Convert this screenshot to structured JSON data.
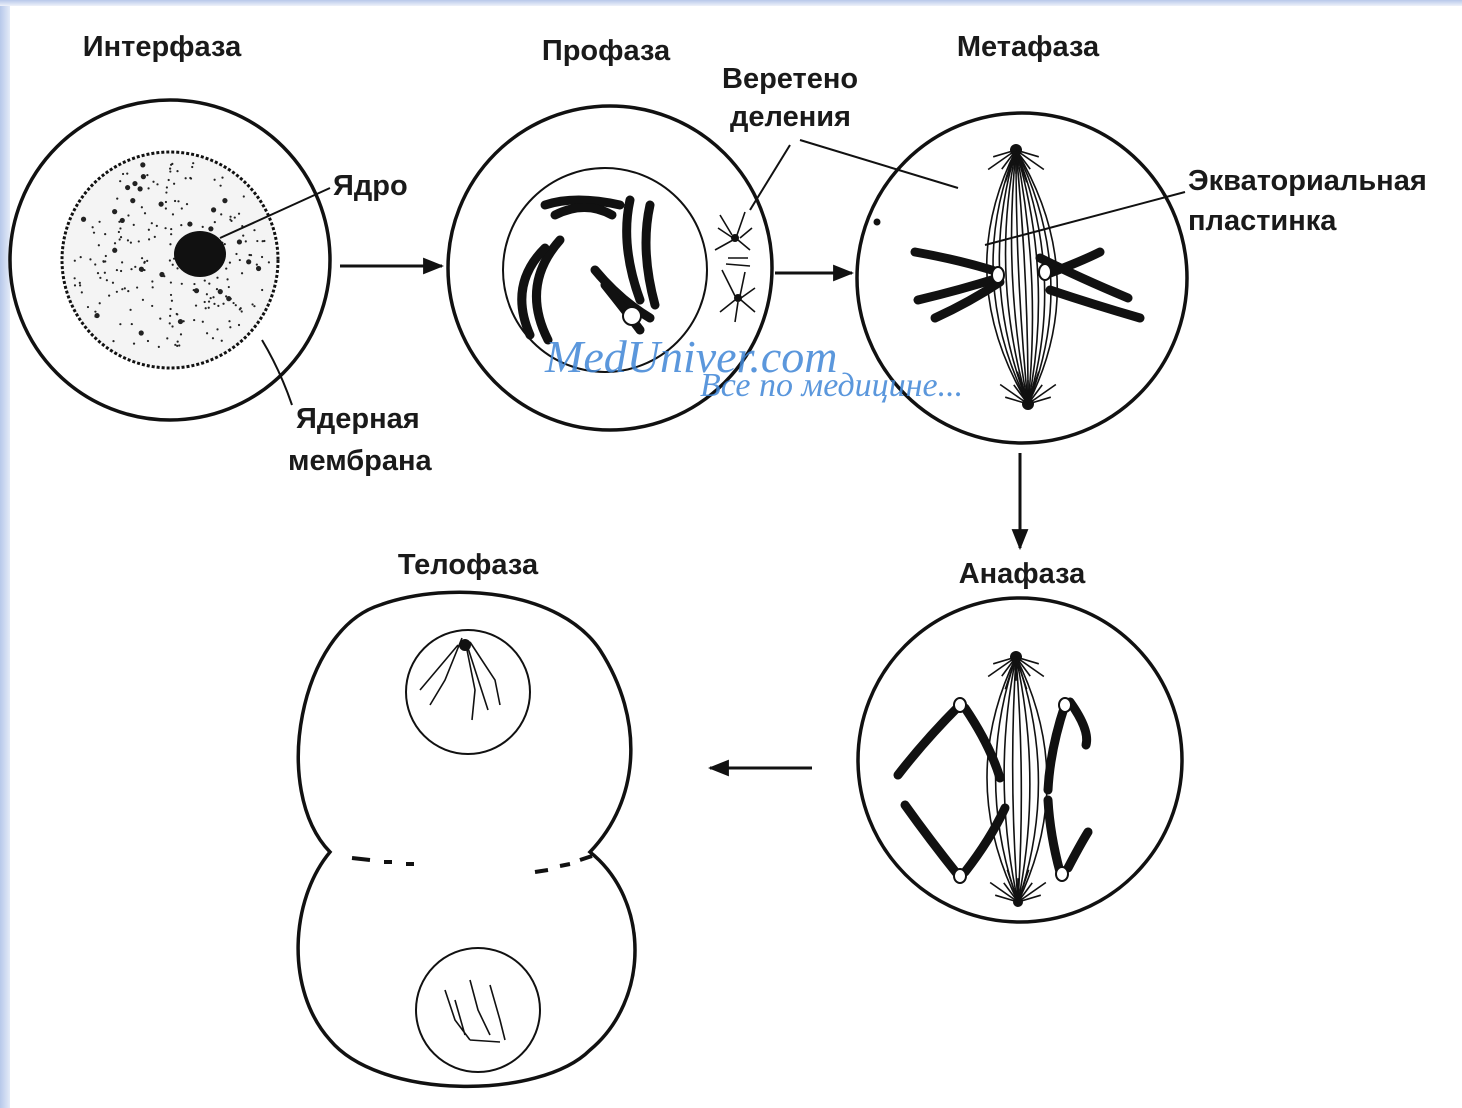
{
  "labels": {
    "interphase": "Интерфаза",
    "prophase": "Профаза",
    "metaphase": "Метафаза",
    "anaphase": "Анафаза",
    "telophase": "Телофаза",
    "nucleus": "Ядро",
    "nuclear_membrane_1": "Ядерная",
    "nuclear_membrane_2": "мембрана",
    "spindle_1": "Веретено",
    "spindle_2": "деления",
    "equatorial_1": "Экваториальная",
    "equatorial_2": "пластинка"
  },
  "watermark": {
    "site": "MedUniver.com",
    "tagline": "Все по медицине..."
  }
}
